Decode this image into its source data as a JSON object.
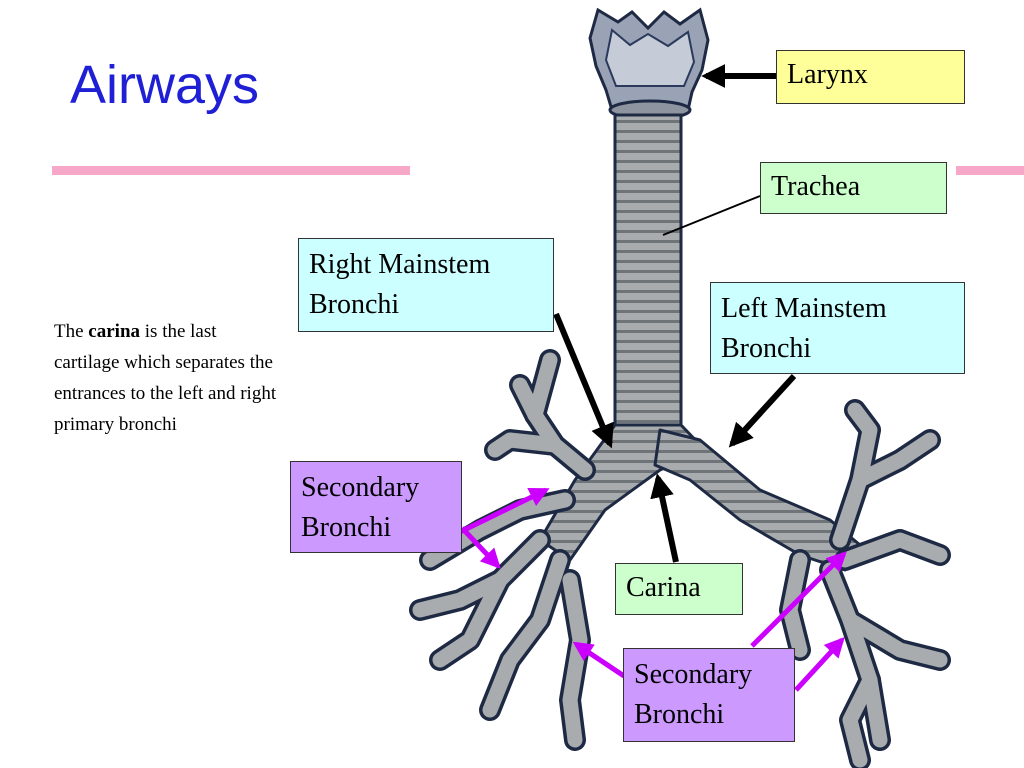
{
  "slide": {
    "title": "Airways",
    "note": {
      "prefix": "The ",
      "bold": "carina",
      "suffix": " is the last cartilage which separates the entrances to the left and right primary bronchi"
    }
  },
  "labels": {
    "larynx": "Larynx",
    "trachea": "Trachea",
    "right_mainstem_line1": "Right Mainstem",
    "right_mainstem_line2": "Bronchi",
    "left_mainstem_line1": "Left Mainstem",
    "left_mainstem_line2": "Bronchi",
    "secondary_left_line1": "Secondary",
    "secondary_left_line2": "Bronchi",
    "carina": "Carina",
    "secondary_bottom_line1": "Secondary",
    "secondary_bottom_line2": "Bronchi"
  },
  "colors": {
    "title": "#1f1fd6",
    "rule": "#f7a8c8",
    "label_yellow": "#ffff99",
    "label_green": "#ccffcc",
    "label_cyan": "#ccffff",
    "label_purple": "#cc99ff",
    "arrow_black": "#000000",
    "arrow_magenta": "#cc00ff",
    "airway_fill": "#a9acae",
    "airway_edge": "#1e2a44"
  }
}
